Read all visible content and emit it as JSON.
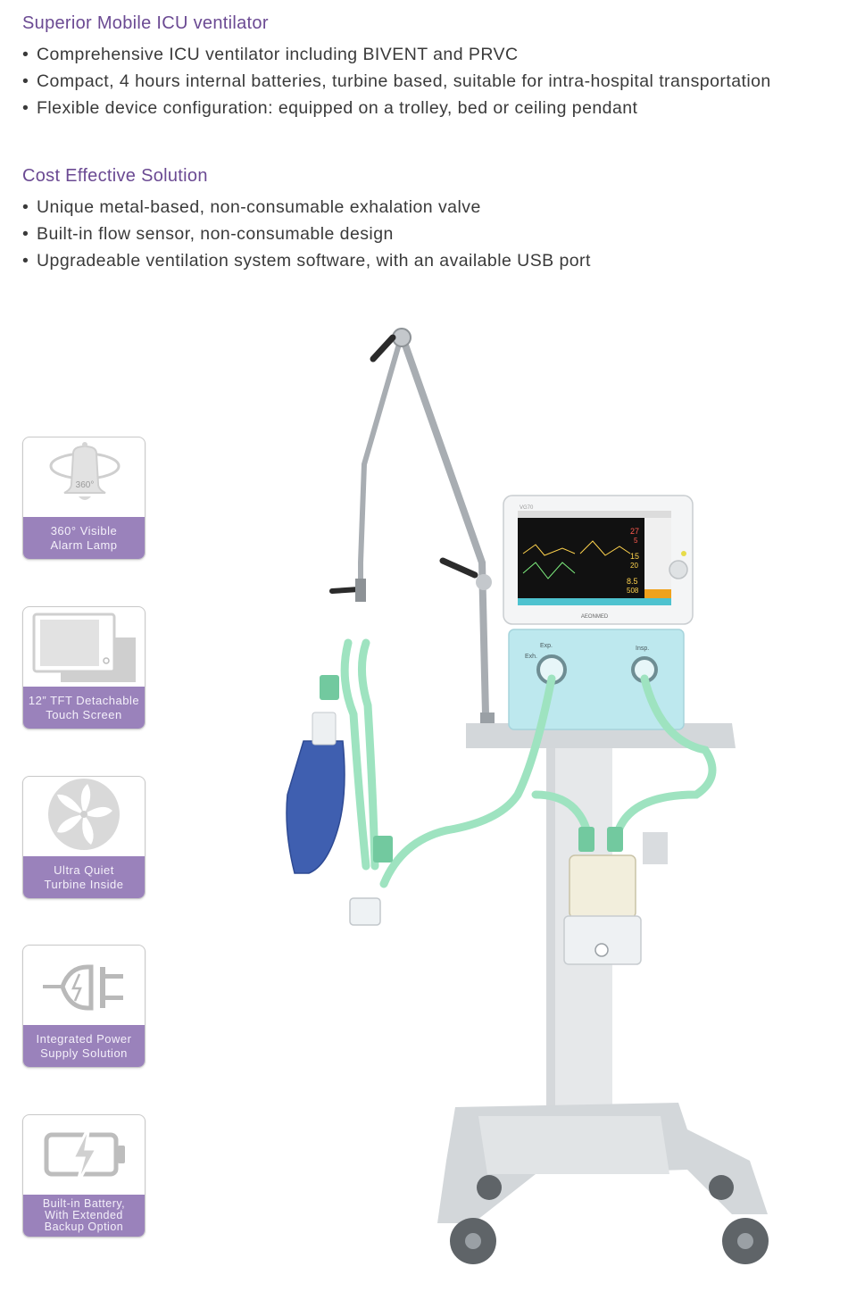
{
  "sections": [
    {
      "title": "Superior Mobile ICU ventilator",
      "bullets": [
        "Comprehensive ICU ventilator including BIVENT and PRVC",
        "Compact, 4 hours internal batteries, turbine based, suitable for intra-hospital transportation",
        "Flexible device configuration: equipped on a trolley, bed or ceiling pendant"
      ]
    },
    {
      "title": "Cost Effective Solution",
      "bullets": [
        "Unique metal-based, non-consumable exhalation valve",
        "Built-in flow sensor, non-consumable design",
        "Upgradeable ventilation system software, with an available USB port"
      ]
    }
  ],
  "bullet_char": "•",
  "features": [
    {
      "label": "360° Visible\nAlarm Lamp",
      "icon": "alarm-bell-icon",
      "icon_text": "360°"
    },
    {
      "label": "12” TFT Detachable\nTouch Screen",
      "icon": "touch-screen-icon"
    },
    {
      "label": "Ultra Quiet\nTurbine Inside",
      "icon": "turbine-icon"
    },
    {
      "label": "Integrated Power\nSupply Solution",
      "icon": "power-plug-icon"
    },
    {
      "label": "Built-in Battery,\nWith Extended\nBackup Option",
      "icon": "battery-icon"
    }
  ],
  "device": {
    "model": "VG70",
    "brand": "AEONMED",
    "screen_values": [
      "27",
      "5",
      "15",
      "20",
      "8.5",
      "508"
    ],
    "port_labels": [
      "Exp.",
      "Insp.",
      "Exh."
    ]
  },
  "colors": {
    "title": "#6b4a93",
    "feature_label_bg": "#9a82bb",
    "tube": "#9ee3c0",
    "module": "#bde8ee"
  }
}
